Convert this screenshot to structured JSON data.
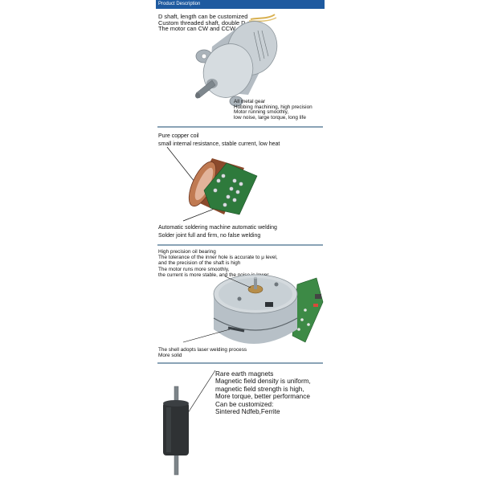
{
  "header": {
    "title": "Product Description",
    "color": "#1e5aa0"
  },
  "sections": [
    {
      "id": "shaft",
      "image": "gear-stepper-motor",
      "top_text": [
        "D shaft, length can be customized",
        "Custom threaded shaft, double D shaft",
        "The motor can CW and CCW"
      ],
      "bottom_text": [
        "All metal gear",
        "Hobbing machining, high precision",
        "Motor running smoothly,",
        "low noise, large torque, long life"
      ]
    },
    {
      "id": "coil",
      "image": "copper-coil-pcb",
      "top_text": [
        "Pure copper coil",
        "small internal resistance, stable current, low heat"
      ],
      "bottom_text": [
        "Automatic soldering machine automatic welding",
        "Solder joint full and firm, no false welding"
      ]
    },
    {
      "id": "bearing",
      "image": "motor-with-oil-bearing",
      "top_text": [
        "High precision oil bearing",
        "The tolerance of the inner hole is accurate to μ level,",
        "and the precision of the shaft is high",
        "The motor runs more smoothly,",
        "the current is more stable, and the noise is lower"
      ],
      "bottom_text": [
        "The shell adopts laser welding process",
        "More solid"
      ]
    },
    {
      "id": "magnet",
      "image": "rare-earth-magnet-rotor",
      "side_text": [
        "Rare earth magnets",
        "Magnetic field density is uniform,",
        "magnetic field strength is high,",
        "More torque, better performance",
        "Can be customized:",
        "Sintered Ndfeb,Ferrite"
      ]
    }
  ],
  "colors": {
    "divider": "#8aa3b6",
    "copper": "#b5714a",
    "pcb": "#2e7a3c",
    "metal": "#b9c2c9",
    "magnet": "#2f3234"
  }
}
